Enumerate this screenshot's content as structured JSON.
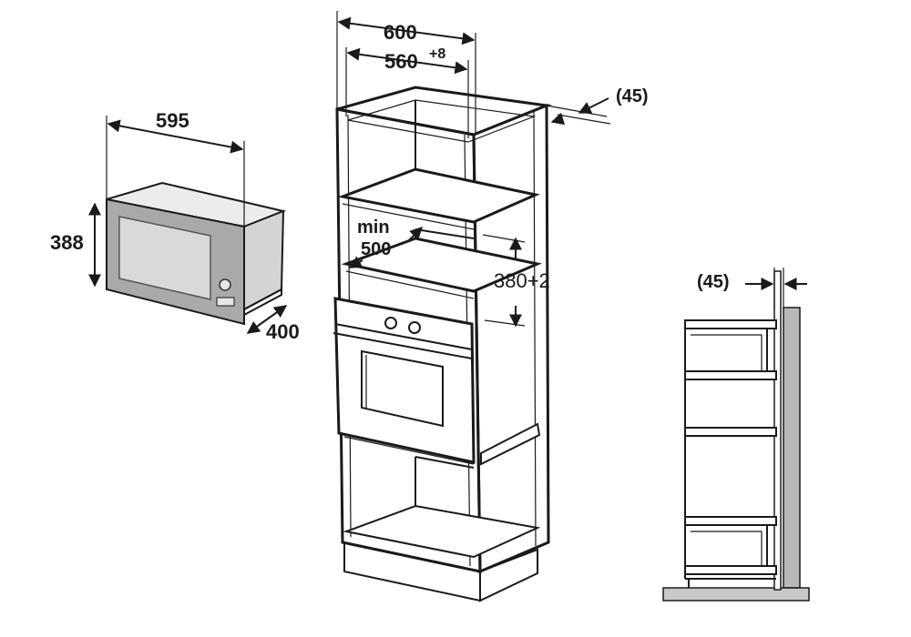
{
  "colors": {
    "line": "#1a1a1a",
    "microwave_body": "#a9a9a9",
    "microwave_side": "#d4d4d4",
    "microwave_top": "#ececec",
    "microwave_window": "#d9d9d9",
    "wall": "#b8b8b8",
    "floor": "#c8c8c8"
  },
  "labels": {
    "microwave_width": "595",
    "microwave_height": "388",
    "microwave_depth": "400",
    "cabinet_width": "600",
    "niche_width": "560",
    "niche_width_tol": "+8",
    "rear_gap_top": "(45)",
    "min_line1": "min",
    "min_line2": "500",
    "niche_height": "380+2",
    "rear_gap_side": "(45)"
  }
}
